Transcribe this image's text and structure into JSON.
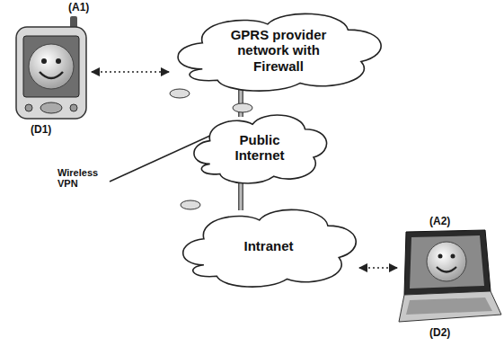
{
  "diagram": {
    "nodes": [
      {
        "text": [
          "GPRS provider network with Firewall"
        ]
      },
      {
        "text": [
          "Public Internet"
        ]
      },
      {
        "text": [
          "Intranet"
        ]
      }
    ],
    "edges": [
      {
        "from": 0,
        "to": 1,
        "arrow": "none"
      },
      {
        "from": 1,
        "to": 2,
        "arrow": "none"
      }
    ],
    "labels": [
      "(A1)",
      "(D1)",
      "Wireless VPN",
      "(A2)",
      "(D2)"
    ]
  }
}
